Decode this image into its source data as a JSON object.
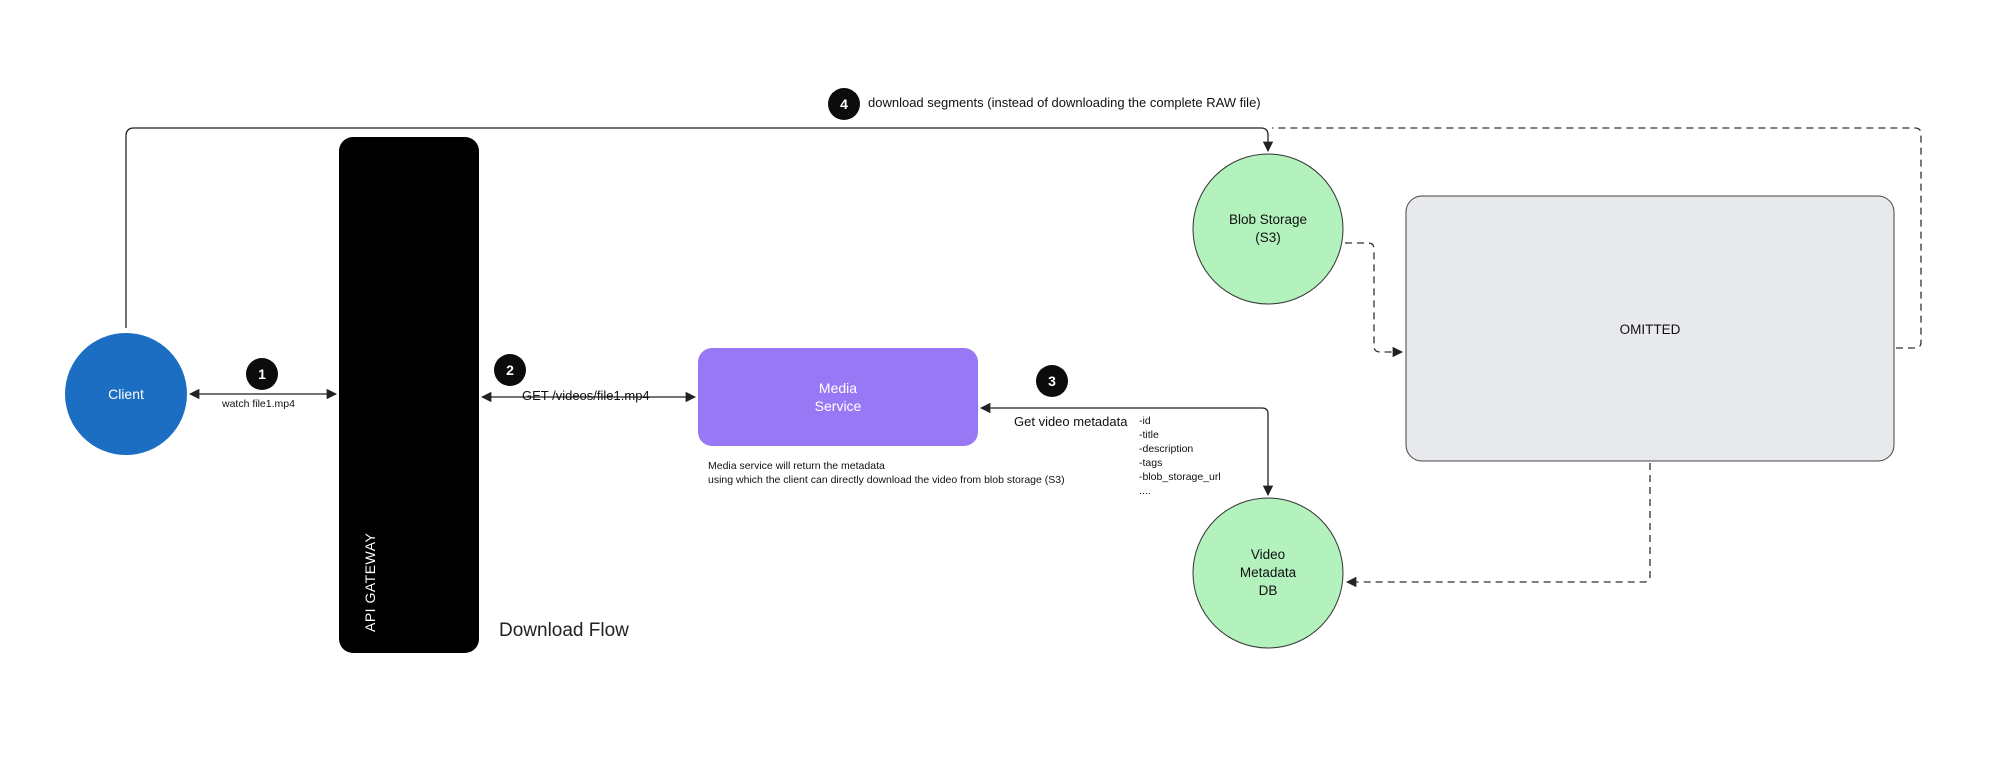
{
  "nodes": {
    "client": "Client",
    "api_gateway": "API GATEWAY",
    "media_service": "Media\nService",
    "blob_storage": "Blob Storage\n(S3)",
    "omitted": "OMITTED",
    "video_metadata_db": "Video\nMetadata\nDB"
  },
  "steps": [
    {
      "number": "1",
      "label": "watch file1.mp4"
    },
    {
      "number": "2",
      "label": "GET /videos/file1.mp4"
    },
    {
      "number": "3",
      "label": "Get video metadata"
    },
    {
      "number": "4",
      "label": "download segments (instead of downloading the complete RAW file)"
    }
  ],
  "metadata_fields": [
    "-id",
    "-title",
    "-description",
    "-tags",
    "-blob_storage_url",
    "...."
  ],
  "note": {
    "line1": "Media service will return the metadata",
    "line2": "using which the client can directly download the video from blob storage (S3)"
  },
  "flow_title": "Download Flow",
  "colors": {
    "client": "#1b6ec2",
    "gateway": "#000000",
    "media_service": "#9878f5",
    "storage": "#b3f2bd",
    "omitted": "#e8e9ec"
  }
}
